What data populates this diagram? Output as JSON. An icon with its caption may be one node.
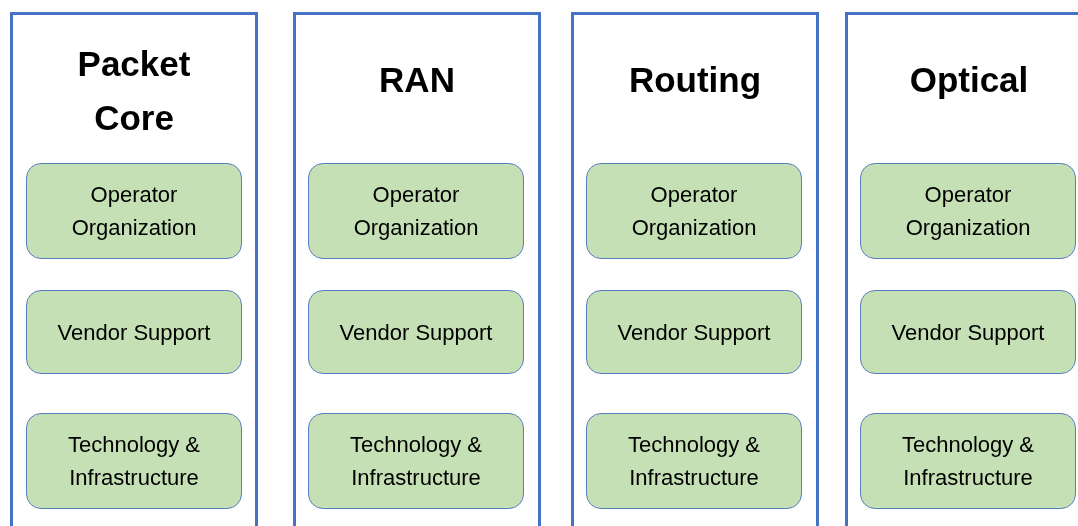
{
  "diagram": {
    "nodes": [
      {
        "text": [
          "Packet Core"
        ]
      },
      {
        "text": [
          "Operator Organization"
        ],
        "in": 0
      },
      {
        "text": [
          "Vendor Support"
        ],
        "in": 0
      },
      {
        "text": [
          "Technology & Infrastructure"
        ],
        "in": 0
      },
      {
        "text": [
          "RAN"
        ]
      },
      {
        "text": [
          "Operator Organization"
        ],
        "in": 4
      },
      {
        "text": [
          "Vendor Support"
        ],
        "in": 4
      },
      {
        "text": [
          "Technology & Infrastructure"
        ],
        "in": 4
      },
      {
        "text": [
          "Routing"
        ]
      },
      {
        "text": [
          "Operator Organization"
        ],
        "in": 8
      },
      {
        "text": [
          "Vendor Support"
        ],
        "in": 8
      },
      {
        "text": [
          "Technology & Infrastructure"
        ],
        "in": 8
      },
      {
        "text": [
          "Optical"
        ]
      },
      {
        "text": [
          "Operator Organization"
        ],
        "in": 12
      },
      {
        "text": [
          "Vendor Support"
        ],
        "in": 12
      },
      {
        "text": [
          "Technology & Infrastructure"
        ],
        "in": 12
      }
    ]
  }
}
